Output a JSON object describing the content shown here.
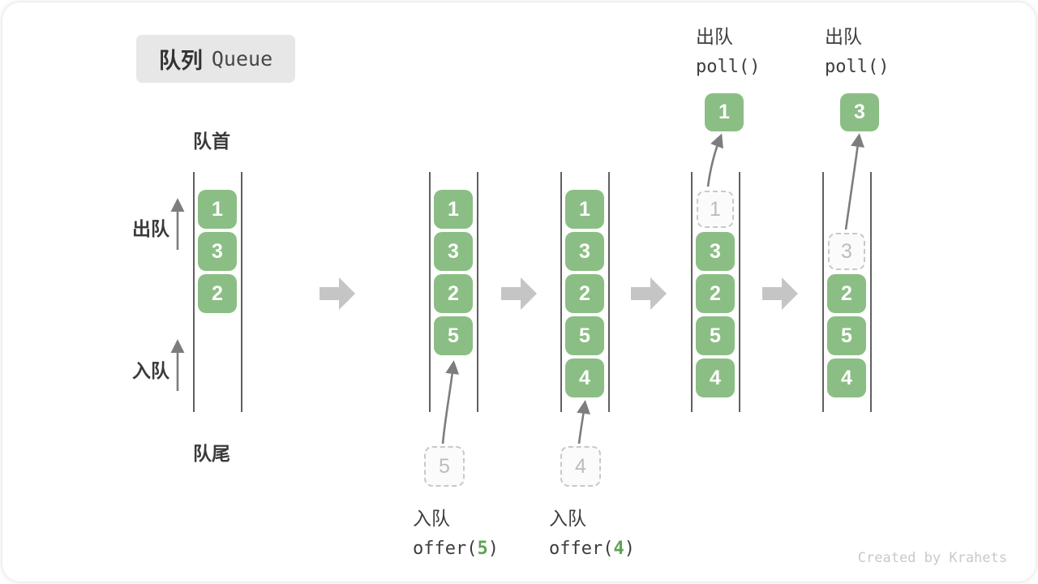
{
  "title": {
    "zh": "队列",
    "en": "Queue"
  },
  "labels": {
    "front": "队首",
    "rear": "队尾",
    "dequeue_side": "出队",
    "enqueue_side": "入队"
  },
  "columns": [
    {
      "boxes": [
        "1",
        "3",
        "2"
      ]
    },
    {
      "boxes": [
        "1",
        "3",
        "2",
        "5"
      ],
      "staged": "5"
    },
    {
      "boxes": [
        "1",
        "3",
        "2",
        "5",
        "4"
      ],
      "staged": "4"
    },
    {
      "ghost": "1",
      "boxes": [
        "3",
        "2",
        "5",
        "4"
      ],
      "polled": "1"
    },
    {
      "ghost": "3",
      "boxes": [
        "2",
        "5",
        "4"
      ],
      "polled": "3"
    }
  ],
  "annotations": {
    "enqueue1": {
      "label": "入队",
      "fn": "offer(",
      "arg": "5",
      "close": ")"
    },
    "enqueue2": {
      "label": "入队",
      "fn": "offer(",
      "arg": "4",
      "close": ")"
    },
    "dequeue1": {
      "label": "出队",
      "code": "poll()"
    },
    "dequeue2": {
      "label": "出队",
      "code": "poll()"
    }
  },
  "colors": {
    "box_green": "#8BBE84",
    "arg_green": "#5BA550",
    "block_arrow_gray": "#c5c5c5",
    "line_gray": "#606060",
    "curve_arrow_gray": "#7d7d7d",
    "title_bg": "#e7e7e7"
  },
  "watermark": "Created by Krahets"
}
